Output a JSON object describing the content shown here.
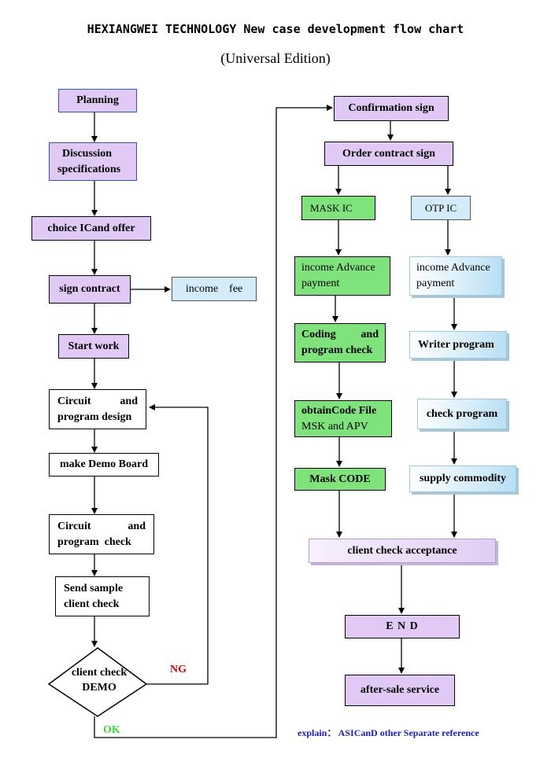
{
  "header": {
    "title": "HEXIANGWEI TECHNOLOGY New case development flow chart",
    "subtitle": "(Universal Edition)"
  },
  "left_flow": {
    "planning": "Planning",
    "discussion_line1": "Discussion",
    "discussion_line2": "specifications",
    "choice_ic": "choice ICand offer",
    "sign_contract": "sign contract",
    "income_fee": "income    fee",
    "start_work": "Start work",
    "circuit_design_line1": "Circuit and",
    "circuit_design_line2": "program design",
    "make_demo": "make Demo Board",
    "circuit_check_line1": "Circuit and",
    "circuit_check_line2": "program  check",
    "send_sample_line1": "Send sample",
    "send_sample_line2": "client check",
    "decision_line1": "client check",
    "decision_line2": "DEMO",
    "ng_label": "NG",
    "ok_label": "OK"
  },
  "right_flow": {
    "confirmation_sign": "Confirmation sign",
    "order_contract_sign": "Order contract sign",
    "mask_ic": "MASK IC",
    "otp_ic": "OTP IC",
    "mask_income_line1": "income Advance",
    "mask_income_line2": "payment",
    "otp_income_line1": "income Advance",
    "otp_income_line2": "payment",
    "coding_line1": "Coding and",
    "coding_line2": "program check",
    "writer_program": "Writer program",
    "obtain_line1": "obtainCode File",
    "obtain_line2": "MSK and APV",
    "check_program": "check program",
    "mask_code": "Mask CODE",
    "supply_commodity": "supply commodity",
    "client_acceptance": "client check acceptance",
    "end": "E N D",
    "after_sale": "after-sale service"
  },
  "note": {
    "explain": "explain： ASICanD other Separate reference"
  },
  "colors": {
    "purple_fill": "#e0c9f4",
    "green_fill": "#7ee37a",
    "light_blue_fill": "#d4ecf9",
    "ng_color": "#e00000",
    "ok_color": "#33dd33",
    "note_color": "#1a1ad6"
  }
}
